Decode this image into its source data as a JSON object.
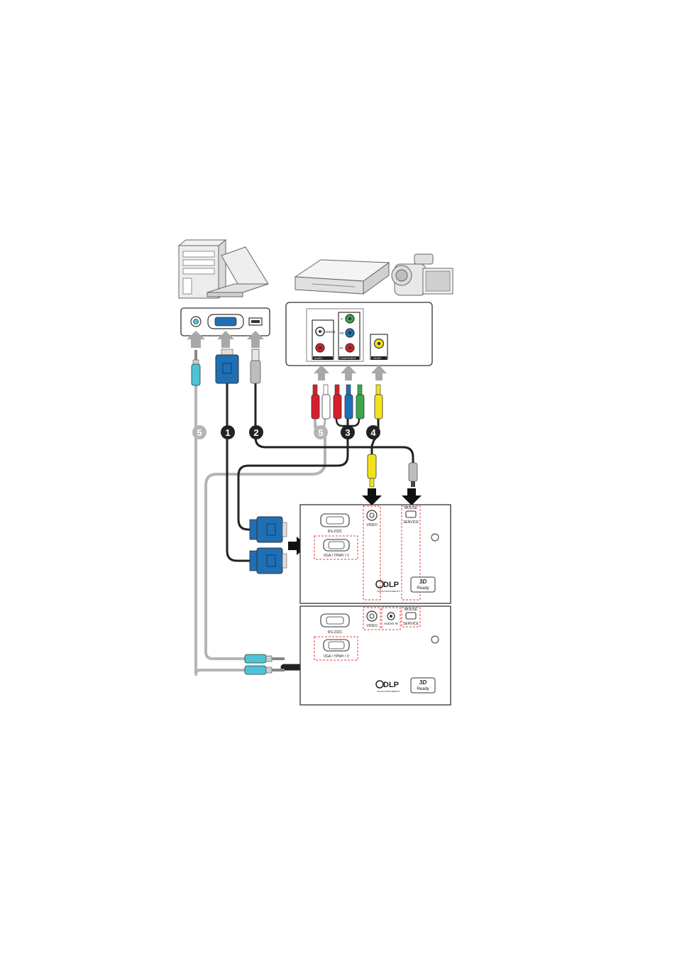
{
  "source_panels": {
    "av_panel": {
      "audio_small": "AUDIO",
      "audio_label": "AUDIO",
      "component_label": "COMPONENT",
      "video_label": "VIDEO",
      "comp_y": "Y",
      "comp_pb": "Pb",
      "comp_pr": "Pr"
    }
  },
  "callouts": {
    "c1": "1",
    "c2": "2",
    "c3": "3",
    "c4": "4",
    "c5a": "5",
    "c5b": "5"
  },
  "projector_top": {
    "rs232": "RS-232C",
    "vga": "VGA / YPbPr / V",
    "video": "VIDEO",
    "mouse": "MOUSE",
    "service": "SERVICE",
    "dlp": "DLP",
    "ti": "TEXAS INSTRUMENTS",
    "ready_3d": "3D",
    "ready_word": "Ready"
  },
  "projector_bottom": {
    "rs232": "RS-232C",
    "vga": "VGA / YPbPr / V",
    "video": "VIDEO",
    "audio_in": "AUDIO IN",
    "mouse": "MOUSE",
    "service": "SERVICE",
    "dlp": "DLP",
    "ti": "TEXAS INSTRUMENTS",
    "ready_3d": "3D",
    "ready_word": "Ready"
  },
  "colors": {
    "vga_blue": "#1f6fb5",
    "cable_black": "#222222",
    "cable_gray": "#b5b5b5",
    "rca_red": "#d81e2a",
    "rca_green": "#3aa84a",
    "rca_blue": "#1d6fb8",
    "rca_yellow": "#f2e21b",
    "audio_cyan": "#4cc4d6",
    "dashed_red": "#e04040"
  }
}
